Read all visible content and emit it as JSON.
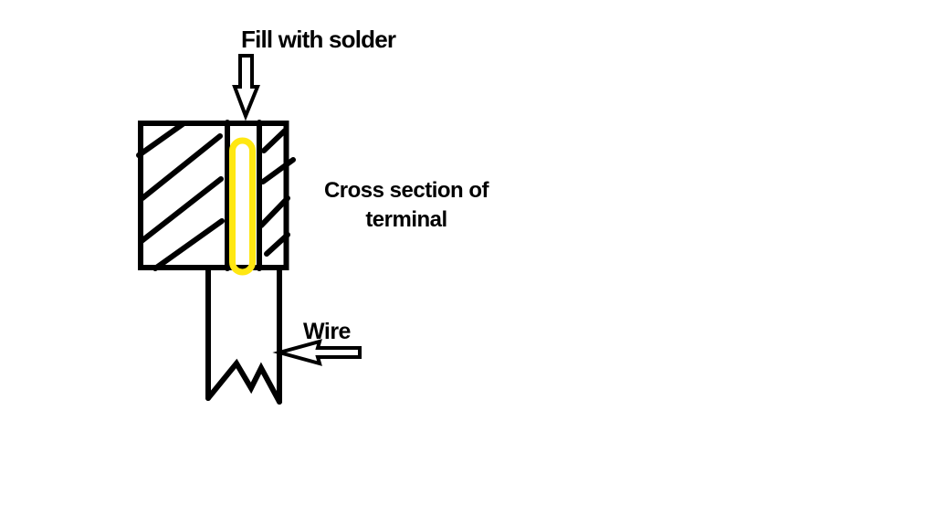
{
  "diagram": {
    "annotations": {
      "fill_with_solder": "Fill with solder",
      "cross_section_line1": "Cross section of",
      "cross_section_line2": "terminal",
      "wire": "Wire"
    },
    "colors": {
      "ink": "#000000",
      "background": "#FFFFFF",
      "solder_highlight": "#FFE712"
    }
  }
}
